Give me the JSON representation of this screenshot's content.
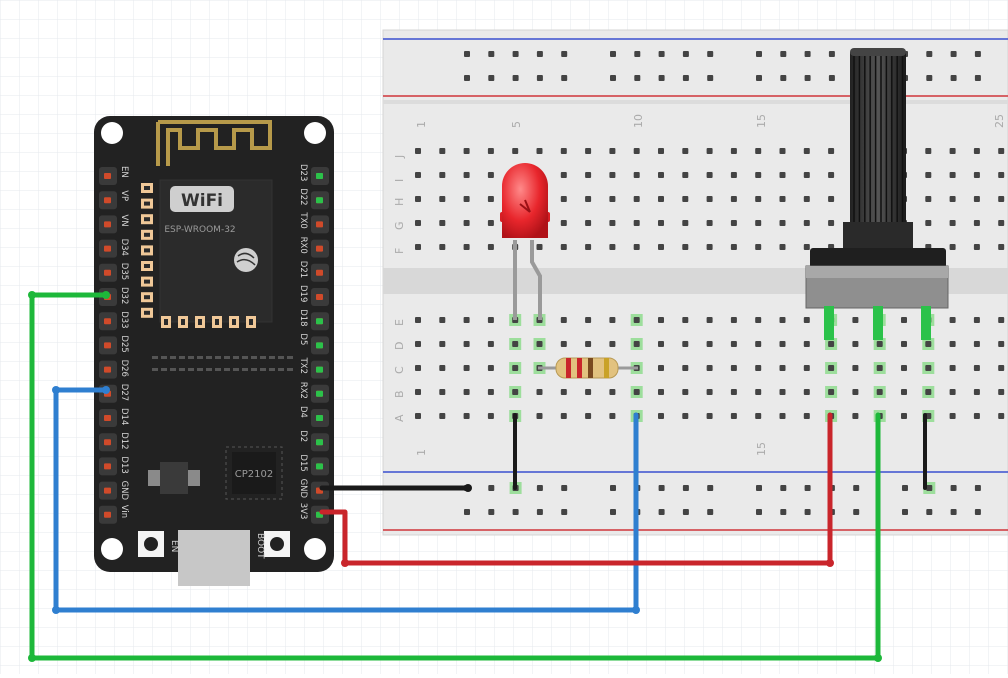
{
  "breadboard": {
    "column_numbers": [
      "1",
      "5",
      "10",
      "15",
      "25"
    ],
    "rows_top": [
      "J",
      "I",
      "H",
      "G",
      "F"
    ],
    "rows_bottom": [
      "E",
      "D",
      "C",
      "B",
      "A"
    ]
  },
  "esp32": {
    "wifi_logo": "WiFi",
    "module_label": "ESP-WROOM-32",
    "chip_label": "CP2102",
    "en_button_label": "EN",
    "boot_button_label": "BOOT",
    "left_pins": [
      "EN",
      "VP",
      "VN",
      "D34",
      "D35",
      "D32",
      "D33",
      "D25",
      "D26",
      "D27",
      "D14",
      "D12",
      "D13",
      "GND",
      "Vin"
    ],
    "right_pins": [
      "D23",
      "D22",
      "TX0",
      "RX0",
      "D21",
      "D19",
      "D18",
      "D5",
      "TX2",
      "RX2",
      "D4",
      "D2",
      "D15",
      "GND",
      "3V3"
    ]
  },
  "colors": {
    "wire_green": "#1db83a",
    "wire_blue": "#2f7fd0",
    "wire_red": "#c9252b",
    "wire_black": "#1a1a1a",
    "rail_blue": "#3b4fd0",
    "rail_red": "#d0343b",
    "board": "#222222",
    "led": "#e8262c"
  },
  "components": [
    "led-red",
    "resistor",
    "potentiometer"
  ]
}
